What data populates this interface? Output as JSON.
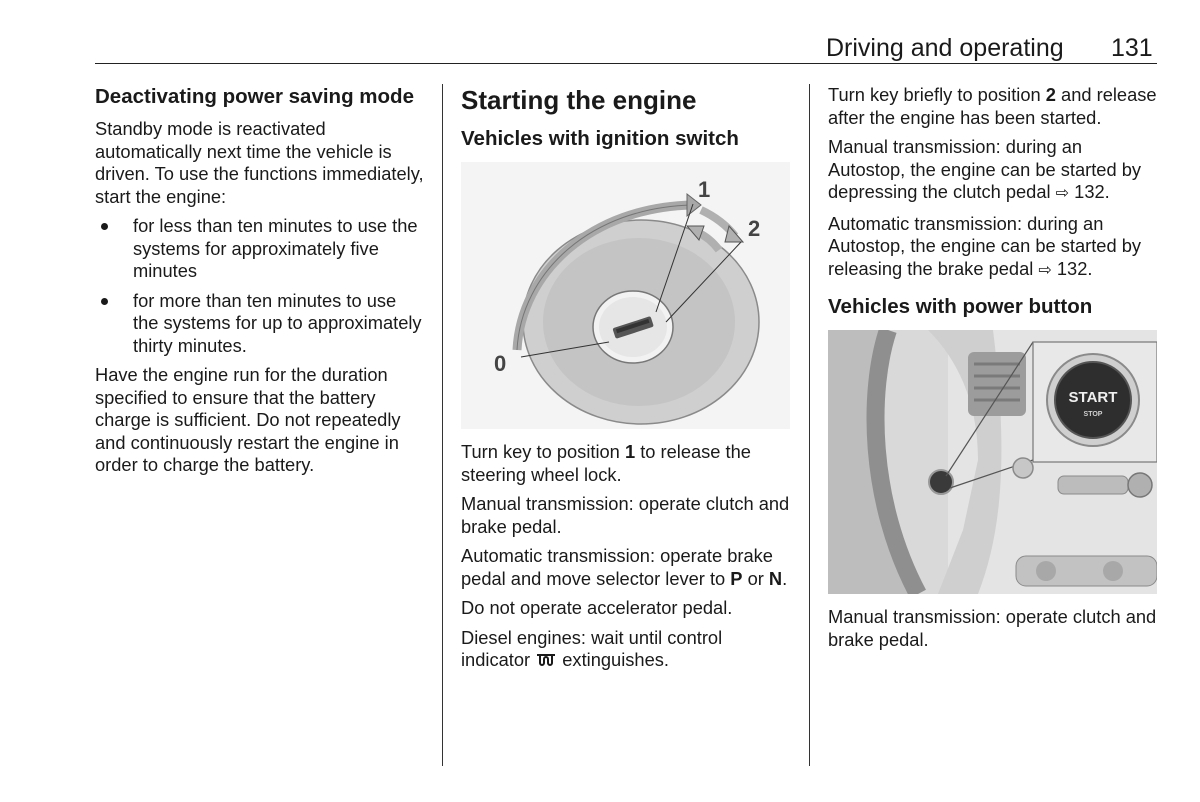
{
  "header": {
    "section": "Driving and operating",
    "page": "131"
  },
  "col1": {
    "heading": "Deactivating power saving mode",
    "intro": "Standby mode is reactivated automatically next time the vehicle is driven. To use the functions immediately, start the engine:",
    "bullets": [
      "for less than ten minutes to use the systems for approximately five minutes",
      "for more than ten minutes to use the systems for up to approximately thirty minutes."
    ],
    "outro": "Have the engine run for the duration specified to ensure that the battery charge is sufficient. Do not repeatedly and continuously restart the engine in order to charge the battery."
  },
  "col2": {
    "title": "Starting the engine",
    "subheading": "Vehicles with ignition switch",
    "figure_labels": {
      "pos0": "0",
      "pos1": "1",
      "pos2": "2"
    },
    "p1_a": "Turn key to position ",
    "p1_b": "1",
    "p1_c": " to release the steering wheel lock.",
    "p2": "Manual transmission: operate clutch and brake pedal.",
    "p3_a": "Automatic transmission: operate brake pedal and move selector lever to ",
    "p3_b": "P",
    "p3_c": " or ",
    "p3_d": "N",
    "p3_e": ".",
    "p4": "Do not operate accelerator pedal.",
    "p5_a": "Diesel engines: wait until control indicator ",
    "p5_icon": "preheat-icon",
    "p5_b": " extinguishes."
  },
  "col3": {
    "p1_a": "Turn key briefly to position ",
    "p1_b": "2",
    "p1_c": " and release after the engine has been started.",
    "p2_a": "Manual transmission: during an Autostop, the engine can be started by depressing the clutch pedal ",
    "p2_ref": "132",
    "p2_b": ".",
    "p3_a": "Automatic transmission: during an Autostop, the engine can be started by releasing the brake pedal ",
    "p3_ref": "132",
    "p3_b": ".",
    "subheading": "Vehicles with power button",
    "button_start": "START",
    "button_stop": "STOP",
    "p4": "Manual transmission: operate clutch and brake pedal.",
    "xref_icon": "cross-reference-arrow-icon"
  }
}
